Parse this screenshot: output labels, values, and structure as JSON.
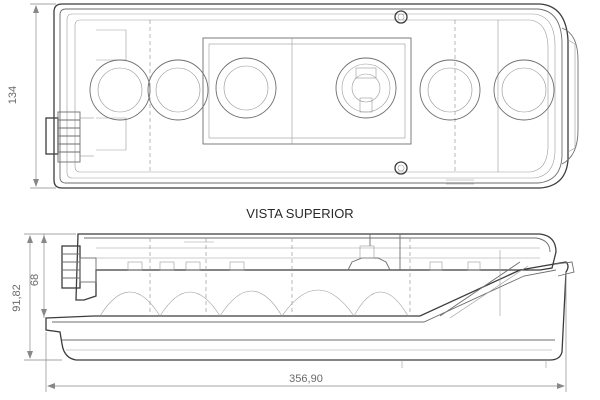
{
  "view_title": "VISTA SUPERIOR",
  "dimensions": {
    "top_height": "134",
    "side_total_height": "91,82",
    "side_body_height": "68",
    "overall_length": "356,90"
  }
}
